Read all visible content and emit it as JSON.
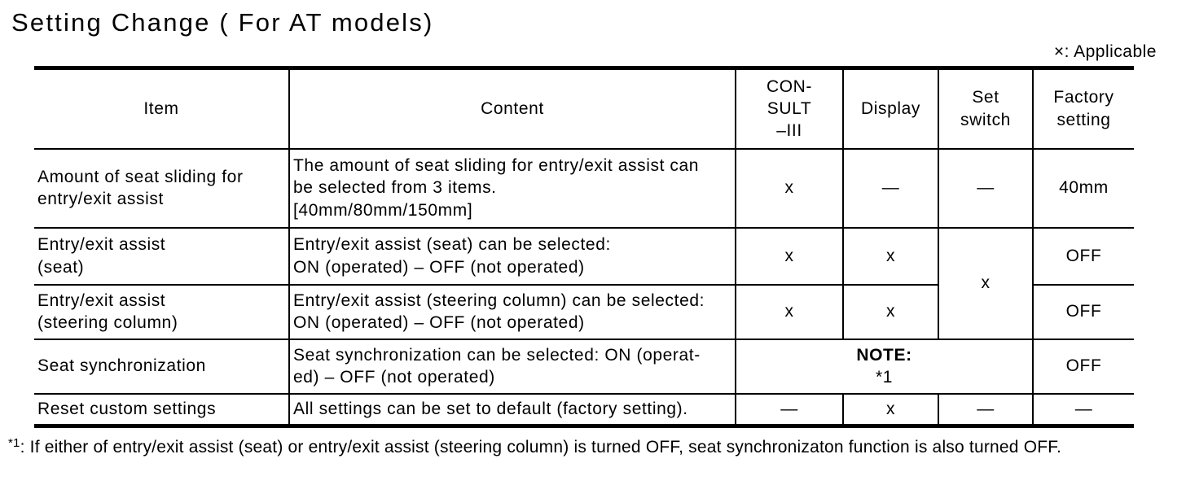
{
  "page": {
    "title": "Setting Change ( For AT models)",
    "legend": "×: Applicable",
    "footnote": {
      "marker": "*1",
      "text": ": If either of entry/exit assist (seat) or entry/exit assist (steering column) is turned OFF, seat synchronizaton function is also turned OFF."
    }
  },
  "table": {
    "headers": {
      "item": "Item",
      "content": "Content",
      "consult_iii": "CON-\nSULT\n–III",
      "display": "Display",
      "set_switch": "Set\nswitch",
      "factory_setting": "Factory\nsetting"
    },
    "rows": [
      {
        "item": "Amount of seat sliding for\nentry/exit assist",
        "content": "The amount of seat sliding for entry/exit assist can\nbe selected from 3 items.\n[40mm/80mm/150mm]",
        "consult_iii": "x",
        "display": "—",
        "set_switch": "—",
        "factory_setting": "40mm"
      },
      {
        "item": "Entry/exit assist\n(seat)",
        "content": "Entry/exit assist (seat) can be selected:\nON (operated) – OFF (not operated)",
        "consult_iii": "x",
        "display": "x",
        "set_switch": "x",
        "factory_setting": "OFF"
      },
      {
        "item": "Entry/exit assist\n(steering column)",
        "content": "Entry/exit assist (steering column) can be selected:\nON (operated) – OFF (not operated)",
        "consult_iii": "x",
        "display": "x",
        "factory_setting": "OFF"
      },
      {
        "item": "Seat synchronization",
        "content": "Seat synchronization can be selected: ON (operat-\ned) – OFF (not operated)",
        "note_label": "NOTE:",
        "note_ref": "*1",
        "factory_setting": "OFF"
      },
      {
        "item": "Reset custom settings",
        "content": "All settings can be set to default (factory setting).",
        "consult_iii": "—",
        "display": "x",
        "set_switch": "—",
        "factory_setting": "—"
      }
    ]
  }
}
